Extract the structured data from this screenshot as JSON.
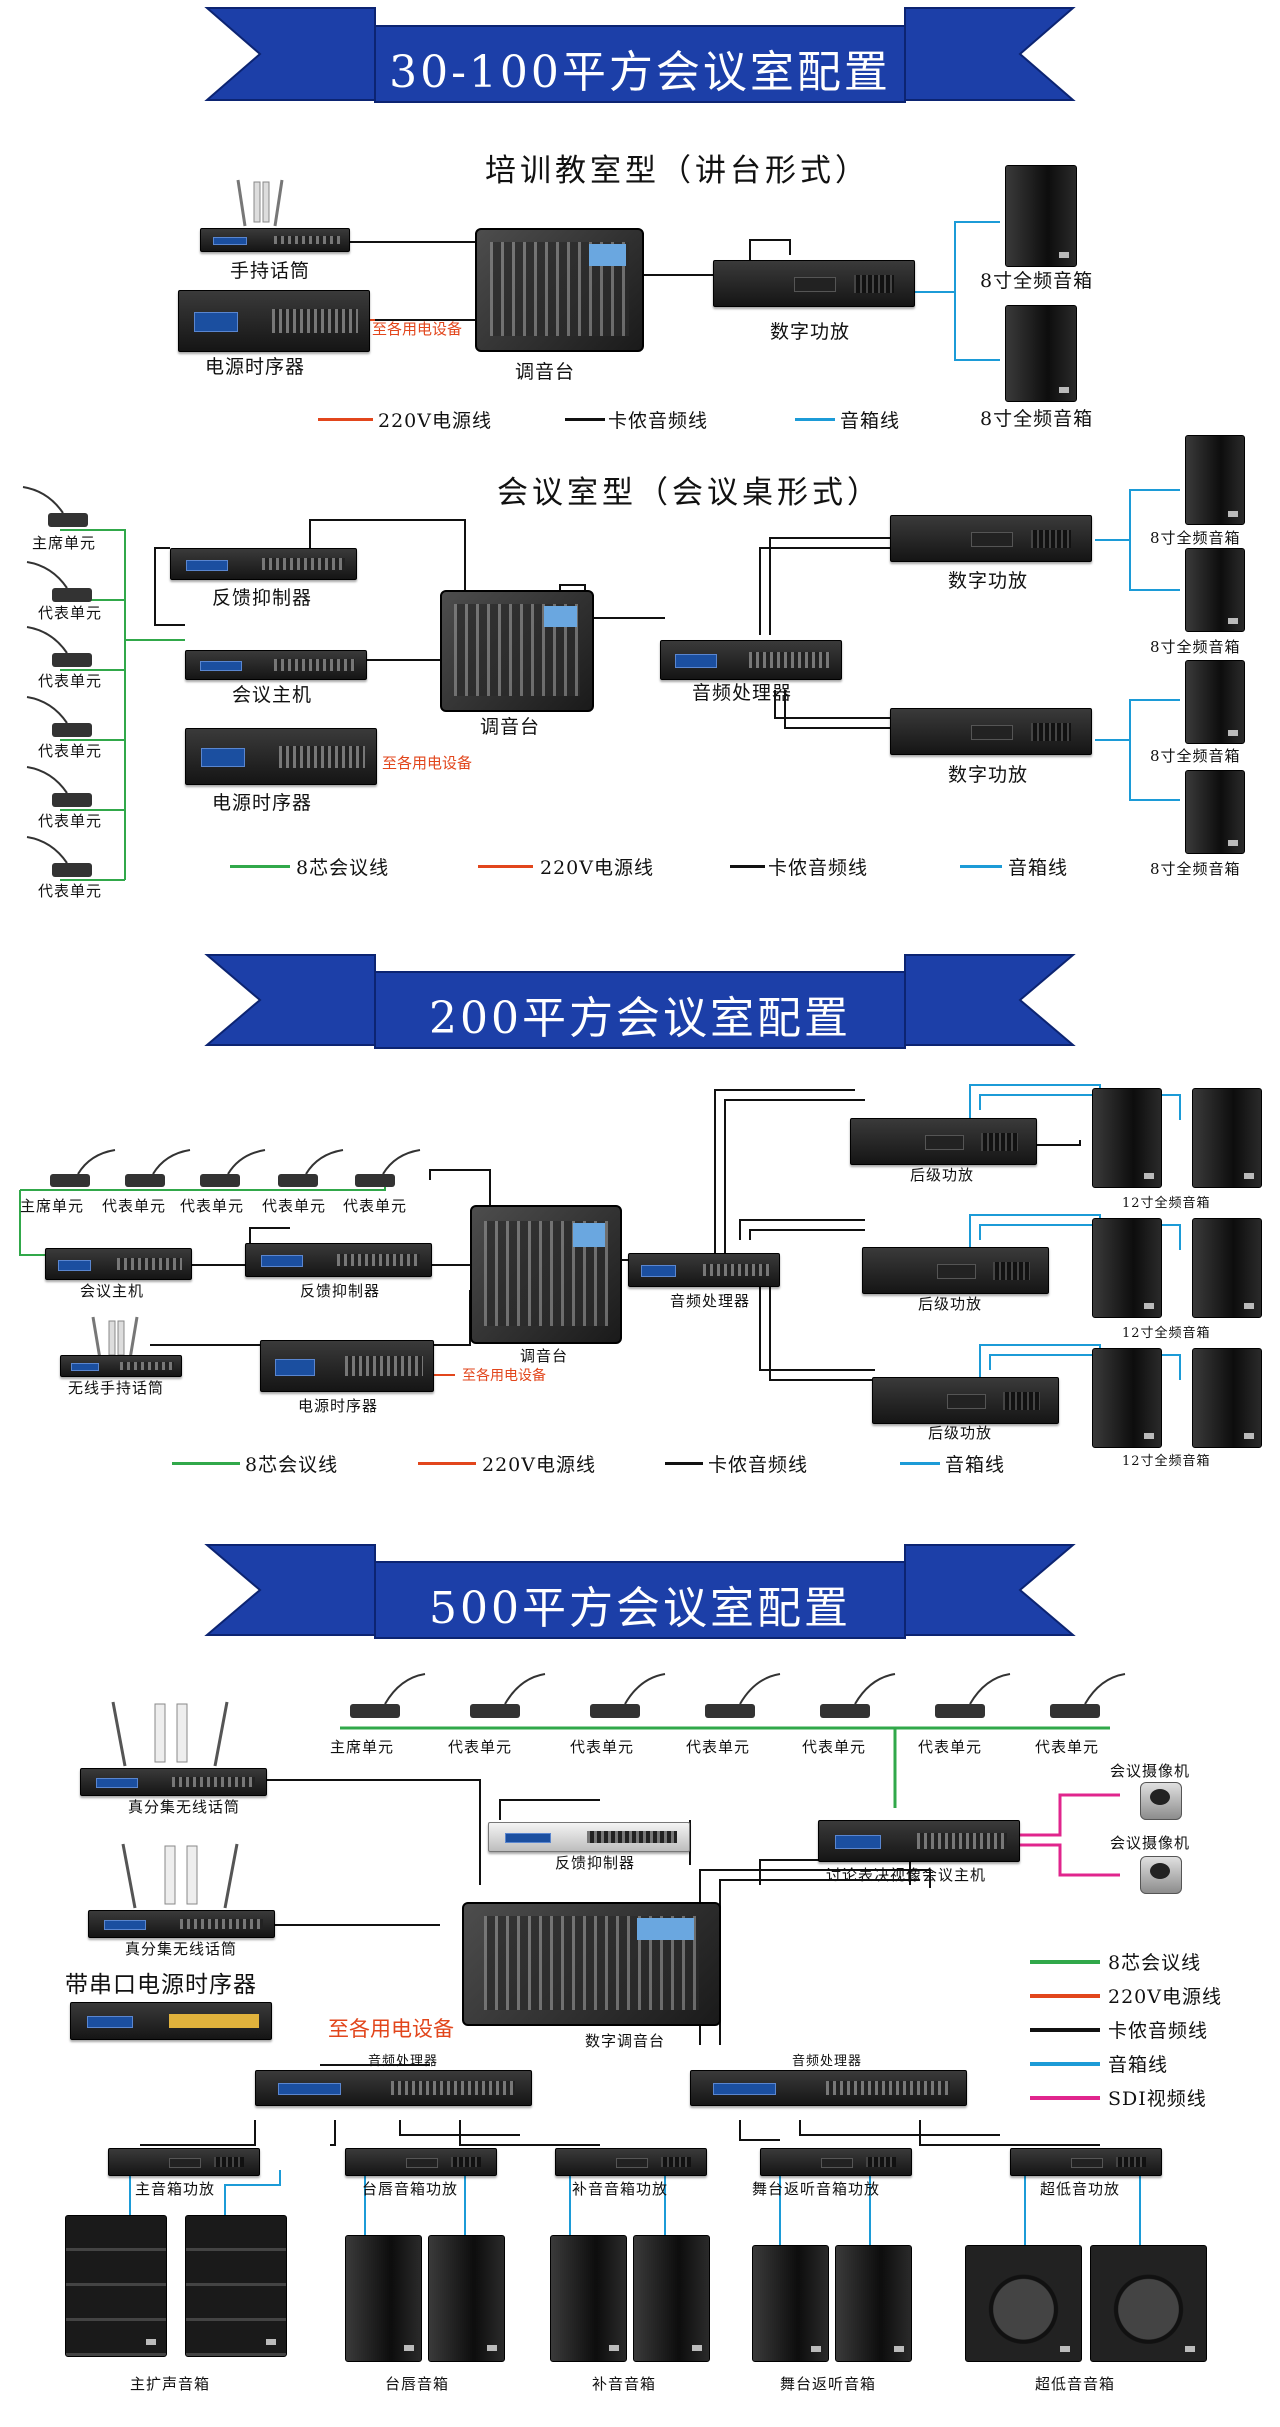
{
  "colors": {
    "banner": "#1c3fa8",
    "conference_line": "#31a84a",
    "power_line": "#e2461c",
    "audio_line": "#111111",
    "speaker_line": "#1c9bd7",
    "sdi_line": "#e0258d"
  },
  "section1": {
    "banner": "30-100平方会议室配置",
    "subtitle_a": "培训教室型（讲台形式）",
    "a": {
      "handheld_mic": "手持话筒",
      "power_seq": "电源时序器",
      "to_devices": "至各用电设备",
      "mixer": "调音台",
      "amp": "数字功放",
      "spk1": "8寸全频音箱",
      "spk2": "8寸全频音箱"
    },
    "legend_a": {
      "power": "220V电源线",
      "audio": "卡侬音频线",
      "speaker": "音箱线"
    },
    "subtitle_b": "会议室型（会议桌形式）",
    "b": {
      "chair": "主席单元",
      "delegates": [
        "代表单元",
        "代表单元",
        "代表单元",
        "代表单元",
        "代表单元"
      ],
      "feedback": "反馈抑制器",
      "host": "会议主机",
      "power_seq": "电源时序器",
      "to_devices": "至各用电设备",
      "mixer": "调音台",
      "processor": "音频处理器",
      "amp1": "数字功放",
      "amp2": "数字功放",
      "spks": [
        "8寸全频音箱",
        "8寸全频音箱",
        "8寸全频音箱",
        "8寸全频音箱"
      ]
    },
    "legend_b": {
      "conf": "8芯会议线",
      "power": "220V电源线",
      "audio": "卡侬音频线",
      "speaker": "音箱线"
    }
  },
  "section2": {
    "banner": "200平方会议室配置",
    "units": [
      "主席单元",
      "代表单元",
      "代表单元",
      "代表单元",
      "代表单元"
    ],
    "host": "会议主机",
    "feedback": "反馈抑制器",
    "wireless": "无线手持话筒",
    "power_seq": "电源时序器",
    "to_devices": "至各用电设备",
    "mixer": "调音台",
    "processor": "音频处理器",
    "amps": [
      "后级功放",
      "后级功放",
      "后级功放"
    ],
    "spks": [
      "12寸全频音箱",
      "12寸全频音箱",
      "12寸全频音箱"
    ],
    "legend": {
      "conf": "8芯会议线",
      "power": "220V电源线",
      "audio": "卡侬音频线",
      "speaker": "音箱线"
    }
  },
  "section3": {
    "banner": "500平方会议室配置",
    "units": [
      "主席单元",
      "代表单元",
      "代表单元",
      "代表单元",
      "代表单元",
      "代表单元",
      "代表单元"
    ],
    "wireless1": "真分集无线话筒",
    "wireless2": "真分集无线话筒",
    "feedback": "反馈抑制器",
    "host": "讨论表决视像会议主机",
    "camera1": "会议摄像机",
    "camera2": "会议摄像机",
    "serial_power": "带串口电源时序器",
    "to_devices": "至各用电设备",
    "digital_mixer": "数字调音台",
    "processor1": "音频处理器",
    "processor2": "音频处理器",
    "amps": [
      "主音箱功放",
      "台唇音箱功放",
      "补音音箱功放",
      "舞台返听音箱功放",
      "超低音功放"
    ],
    "spks": [
      "主扩声音箱",
      "台唇音箱",
      "补音音箱",
      "舞台返听音箱",
      "超低音音箱"
    ],
    "legend": {
      "conf": "8芯会议线",
      "power": "220V电源线",
      "audio": "卡侬音频线",
      "speaker": "音箱线",
      "sdi": "SDI视频线"
    }
  }
}
